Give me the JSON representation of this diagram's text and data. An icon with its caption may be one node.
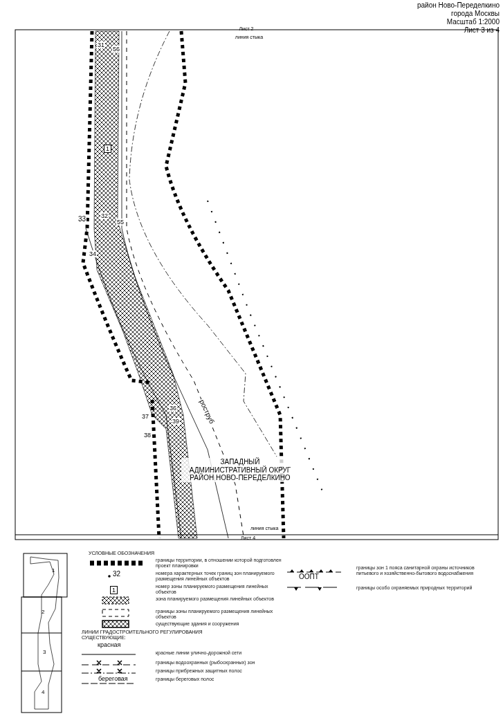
{
  "diagram": {
    "labels": [
      "район Ново-Переделкино",
      "города Москвы",
      "Масштаб 1:2000",
      "Лист 3 из 4",
      "Лист 2",
      "линия стыка",
      "31",
      "56",
      "1",
      "33",
      "32",
      "55",
      "34",
      "36",
      "роструб",
      "37",
      "39",
      "38",
      "ЗАПАДНЫЙ АДМИНИСТРАТИВНЫЙ ОКРУГ РАЙОН НОВО-ПЕРЕДЕЛКИНО",
      "линия стыка",
      "Лист 4",
      "1",
      "2",
      "3",
      "4",
      "УСЛОВНЫЕ ОБОЗНАЧЕНИЯ",
      "32",
      "1",
      "ЛИНИИ ГРАДОСТРОИТЕЛЬНОГО РЕГУЛИРОВАНИЯ СУЩЕСТВУЮЩИЕ:",
      "красная",
      "береговая",
      "ООПТ"
    ],
    "legend": [
      {
        "text": "границы территории, в отношении которой подготовлен проект планировки"
      },
      {
        "text": "номера характерных точек границ зон планируемого размещения линейных объектов"
      },
      {
        "text": "номер зоны планируемого размещения линейных объектов"
      },
      {
        "text": "зона планируемого размещения линейных объектов"
      },
      {
        "text": "границы зоны планируемого размещения линейных объектов"
      },
      {
        "text": "существующие здания и сооружения"
      },
      {
        "text": "красные линии улично-дорожной сети"
      },
      {
        "text": "границы водоохранных (рыбоохранных) зон"
      },
      {
        "text": "границы прибрежных защитных полос"
      },
      {
        "text": "границы береговых полос"
      },
      {
        "text": "границы зон 1 пояса санитарной охраны источников питьевого и хозяйственно-бытового водоснабжения"
      },
      {
        "text": "границы особо охраняемых природных территорий"
      }
    ]
  }
}
